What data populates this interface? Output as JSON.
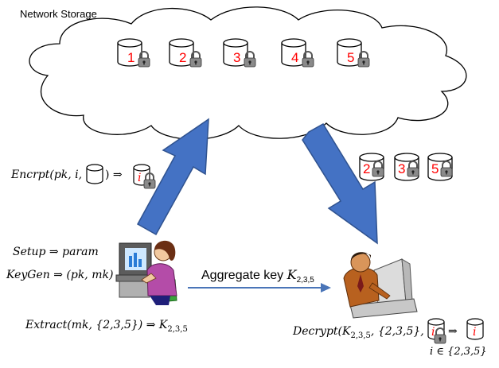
{
  "cloud": {
    "title": "Network Storage",
    "items": [
      {
        "label": "1"
      },
      {
        "label": "2"
      },
      {
        "label": "3"
      },
      {
        "label": "4"
      },
      {
        "label": "5"
      }
    ]
  },
  "shared": {
    "items": [
      {
        "label": "2"
      },
      {
        "label": "3"
      },
      {
        "label": "5"
      }
    ]
  },
  "formulas": {
    "encrypt_prefix": "Encrpt(pk, i,",
    "encrypt_suffix": ") ⇒",
    "encrypt_result_label": "i",
    "setup": "Setup ⇒ param",
    "keygen": "KeyGen ⇒ (pk, mk)",
    "extract_prefix": "Extract(mk, {2,3,5}) ⇒ K",
    "extract_sub": "2,3,5",
    "decrypt_prefix": "Decrypt(K",
    "decrypt_sub": "2,3,5",
    "decrypt_mid": ", {2,3,5}, i,",
    "decrypt_arrow": "⇒",
    "decrypt_item_label": "i",
    "decrypt_result_label": "i",
    "condition": "i ∈ {2,3,5}"
  },
  "aggregate": {
    "label_prefix": "Aggregate key ",
    "key_symbol": "K",
    "key_sub": "2,3,5"
  },
  "colors": {
    "arrow_fill": "#4472c4",
    "arrow_stroke": "#2f528f",
    "label_red": "#ff0000",
    "cloud_stroke": "#000000"
  },
  "icons": [
    "cloud-icon",
    "database-icon",
    "padlock-icon",
    "woman-at-computer-icon",
    "man-at-computer-icon"
  ]
}
